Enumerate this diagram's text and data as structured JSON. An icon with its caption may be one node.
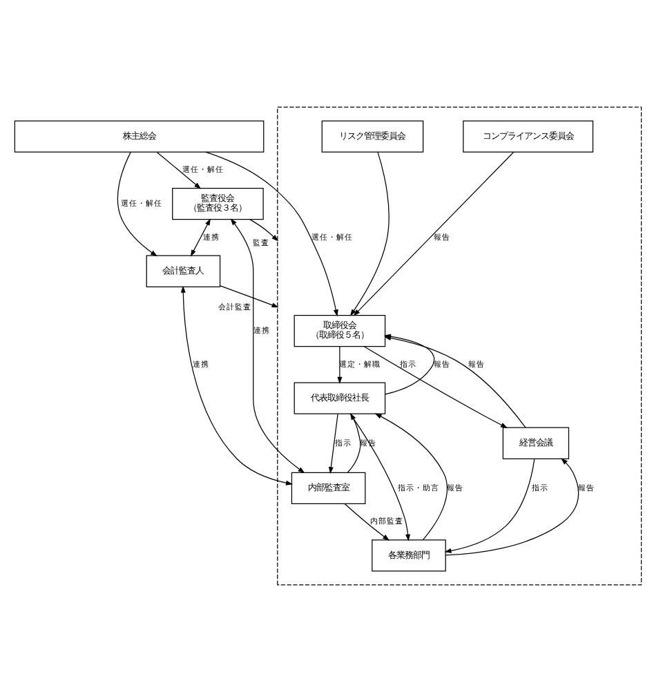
{
  "diagram": {
    "nodes": [
      {
        "text": [
          "株主総会"
        ]
      },
      {
        "text": [],
        "shape": "box"
      },
      {
        "text": [
          "取締役会",
          "（取締役５名）"
        ],
        "in": 1
      },
      {
        "text": [
          "代表取締役社長"
        ],
        "in": 1
      },
      {
        "text": [
          "コンプライアンス委員会"
        ],
        "in": 1
      },
      {
        "text": [
          "リスク管理委員会"
        ],
        "in": 1
      },
      {
        "text": [
          "経営会議"
        ],
        "in": 1
      },
      {
        "text": [
          "内部監査室"
        ],
        "in": 1
      },
      {
        "text": [
          "各業務部門"
        ],
        "in": 1
      },
      {
        "text": [
          "監査役会",
          "（監査役３名）"
        ]
      },
      {
        "text": [
          "会計監査人"
        ]
      }
    ],
    "edges": [
      {
        "from": 0,
        "to": 2,
        "arrow": "to",
        "label": "選任・解任"
      },
      {
        "from": 0,
        "to": 9,
        "arrow": "to",
        "label": "選任・解任"
      },
      {
        "from": 0,
        "to": 10,
        "arrow": "to",
        "label": "選任・解任"
      },
      {
        "from": 3,
        "to": 2,
        "arrow": "to",
        "label": "報告"
      },
      {
        "from": 2,
        "to": 3,
        "arrow": "to",
        "label": "選定・解職"
      },
      {
        "from": 4,
        "to": 2,
        "arrow": "to",
        "label": "報告"
      },
      {
        "from": 5,
        "to": 2,
        "arrow": "to"
      },
      {
        "from": 6,
        "to": 2,
        "arrow": "to",
        "label": "報告"
      },
      {
        "from": 2,
        "to": 6,
        "arrow": "to",
        "label": "指示"
      },
      {
        "from": 8,
        "to": 6,
        "arrow": "to",
        "label": "報告"
      },
      {
        "from": 6,
        "to": 8,
        "arrow": "to",
        "label": "指示"
      },
      {
        "from": 3,
        "to": 8,
        "arrow": "to",
        "label": "指示・助言"
      },
      {
        "from": 8,
        "to": 3,
        "arrow": "to",
        "label": "報告"
      },
      {
        "from": 3,
        "to": 7,
        "arrow": "to",
        "label": "指示"
      },
      {
        "from": 7,
        "to": 3,
        "arrow": "to",
        "label": "報告"
      },
      {
        "from": 7,
        "to": 8,
        "arrow": "to",
        "label": "内部監査"
      },
      {
        "from": 9,
        "to": 1,
        "arrow": "to",
        "label": "監査"
      },
      {
        "from": 10,
        "to": 1,
        "arrow": "to",
        "label": "会計監査"
      },
      {
        "from": 9,
        "to": 10,
        "arrow": "both",
        "label": "連携"
      },
      {
        "from": 10,
        "to": 7,
        "arrow": "both",
        "label": "連携"
      },
      {
        "from": 9,
        "to": 7,
        "arrow": "both",
        "label": "連携"
      }
    ]
  }
}
